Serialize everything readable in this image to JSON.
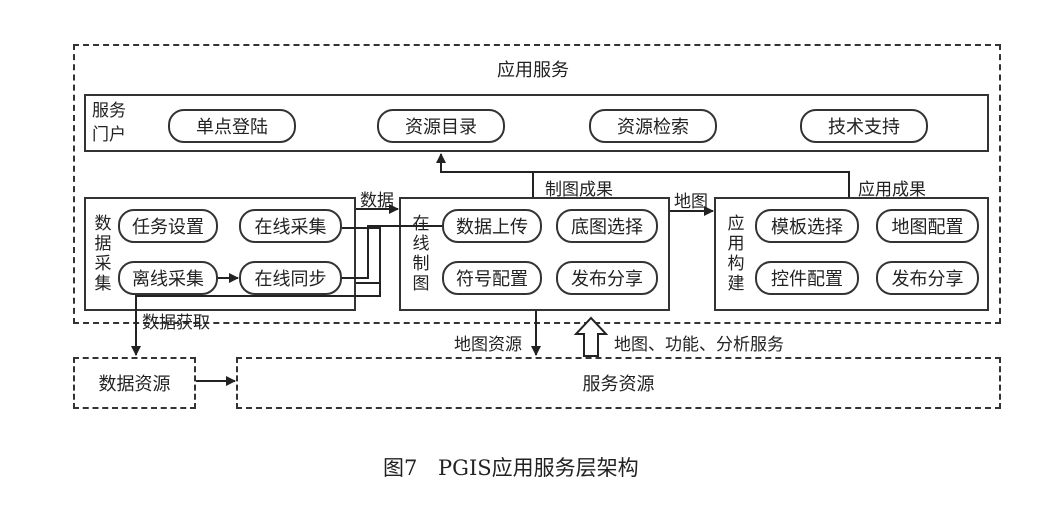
{
  "application_services": {
    "title": "应用服务",
    "portal": {
      "label": "服务门户",
      "items": [
        "单点登陆",
        "资源目录",
        "资源检索",
        "技术支持"
      ]
    },
    "collection": {
      "label": "数据采集",
      "items": [
        "任务设置",
        "在线采集",
        "离线采集",
        "在线同步"
      ]
    },
    "mapping": {
      "label": "在线制图",
      "items": [
        "数据上传",
        "底图选择",
        "符号配置",
        "发布分享"
      ]
    },
    "app_build": {
      "label": "应用构建",
      "items": [
        "模板选择",
        "地图配置",
        "控件配置",
        "发布分享"
      ]
    }
  },
  "connectors": {
    "data": "数据",
    "map_results": "制图成果",
    "map": "地图",
    "app_results": "应用成果",
    "data_acquisition": "数据获取",
    "map_resources": "地图资源",
    "map_function_analysis": "地图、功能、分析服务"
  },
  "data_resources": "数据资源",
  "service_resources": "服务资源",
  "caption": "图7 PGIS应用服务层架构"
}
